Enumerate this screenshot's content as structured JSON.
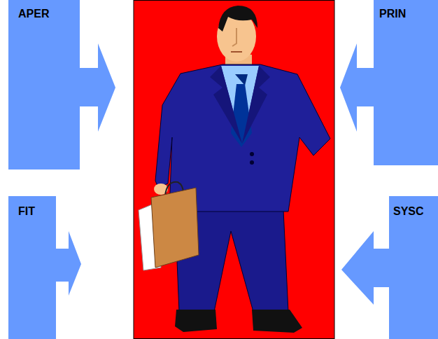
{
  "diagram": {
    "nodes": [
      {
        "text": [
          "APER"
        ]
      },
      {
        "text": [
          "PRIN"
        ]
      },
      {
        "text": [
          "FIT"
        ]
      },
      {
        "text": [
          "SYSC"
        ]
      }
    ]
  }
}
